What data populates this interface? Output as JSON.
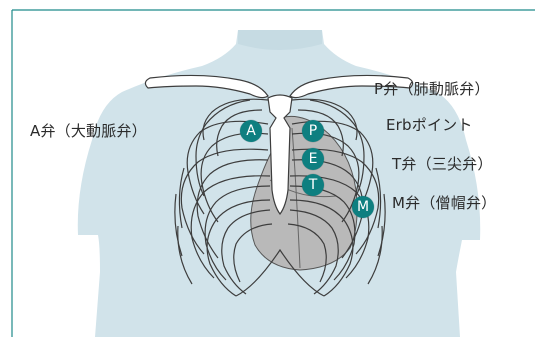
{
  "colors": {
    "frame_border": "#1f8a8a",
    "torso_fill": "#d1e3ea",
    "bone_fill": "#ffffff",
    "bone_stroke": "#3d3d3d",
    "heart_fill": "#b9b9b9",
    "marker_fill": "#0e7f80",
    "marker_text": "#ffffff",
    "label_text": "#2b2b2b"
  },
  "labels": {
    "a_valve": "A弁（大動脈弁）",
    "p_valve": "P弁（肺動脈弁）",
    "erb_point": "Erbポイント",
    "t_valve": "T弁（三尖弁）",
    "m_valve": "M弁（僧帽弁）"
  },
  "markers": {
    "a": {
      "letter": "A",
      "icon": "circle-badge"
    },
    "p": {
      "letter": "P",
      "icon": "circle-badge"
    },
    "e": {
      "letter": "E",
      "icon": "circle-badge"
    },
    "t": {
      "letter": "T",
      "icon": "circle-badge"
    },
    "m": {
      "letter": "M",
      "icon": "circle-badge"
    }
  }
}
